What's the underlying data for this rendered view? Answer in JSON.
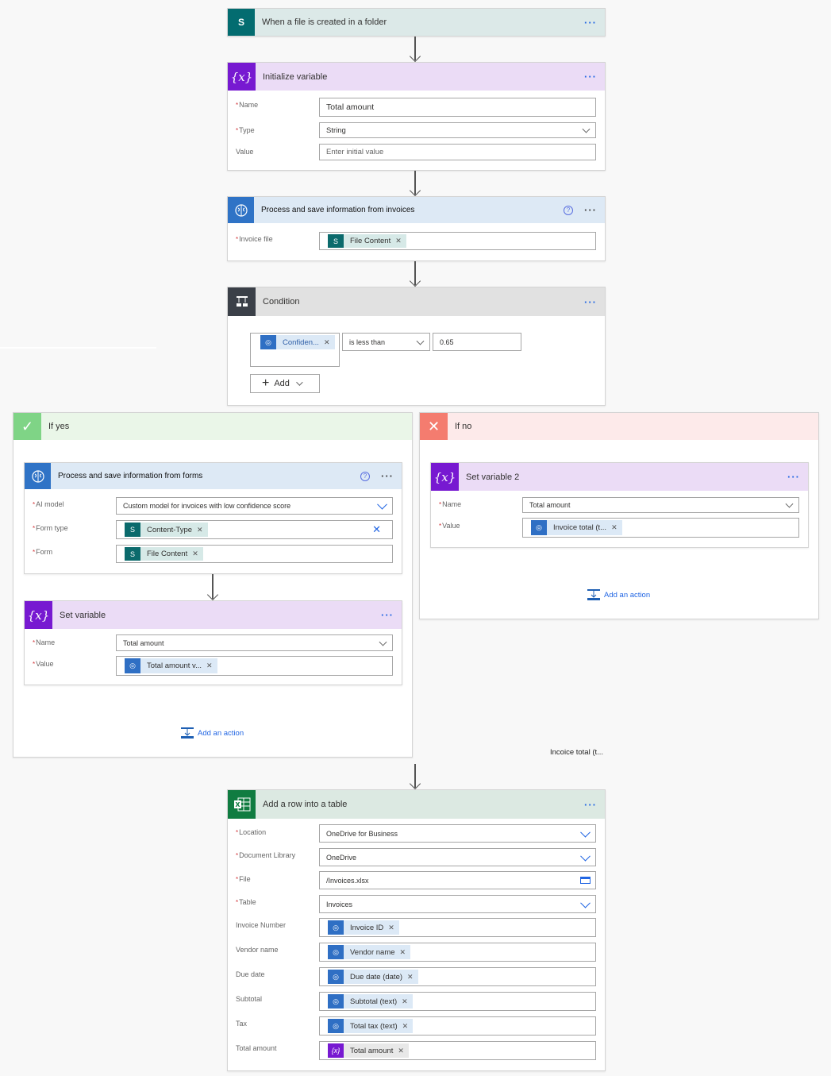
{
  "colors": {
    "accent": "#2266e3",
    "sharepoint": "#036c70",
    "variable": "#7719d1",
    "ai_builder": "#2f73c6",
    "condition": "#3b4048",
    "yes": "#7fd486",
    "no": "#f47c6f",
    "excel": "#107c41"
  },
  "trigger": {
    "title": "When a file is created in a folder",
    "icon": "sharepoint-icon"
  },
  "init_var": {
    "title": "Initialize variable",
    "icon": "variable-icon",
    "fields": [
      {
        "label": "Name",
        "required": true,
        "value": "Total amount"
      },
      {
        "label": "Type",
        "required": true,
        "value": "String"
      },
      {
        "label": "Value",
        "required": false,
        "placeholder": "Enter initial value"
      }
    ]
  },
  "invoices": {
    "title": "Process and save information from invoices",
    "icon": "ai-builder-icon",
    "fields": [
      {
        "label": "Invoice file",
        "required": true,
        "token": "File Content"
      }
    ]
  },
  "condition": {
    "title": "Condition",
    "icon": "condition-icon",
    "left_token": "Confiden...",
    "operator": "is less than",
    "value": "0.65",
    "add_label": "Add"
  },
  "if_yes": {
    "title": "If yes",
    "forms": {
      "title": "Process and save information from  forms",
      "fields": [
        {
          "label": "AI model",
          "required": true,
          "value": "Custom model for invoices with low confidence score"
        },
        {
          "label": "Form type",
          "required": true,
          "token": "Content-Type"
        },
        {
          "label": "Form",
          "required": true,
          "token": "File Content"
        }
      ]
    },
    "set_var": {
      "title": "Set variable",
      "fields": [
        {
          "label": "Name",
          "required": true,
          "value": "Total amount"
        },
        {
          "label": "Value",
          "required": true,
          "token": "Total amount v..."
        }
      ]
    },
    "add_action": "Add an action"
  },
  "if_no": {
    "title": "If no",
    "set_var": {
      "title": "Set variable 2",
      "fields": [
        {
          "label": "Name",
          "required": true,
          "value": "Total amount"
        },
        {
          "label": "Value",
          "required": true,
          "token": "Invoice total (t..."
        }
      ]
    },
    "add_action": "Add an action"
  },
  "floating_text": "Incoice total (t...",
  "excel": {
    "title": "Add a row into a table",
    "icon": "excel-icon",
    "fields": [
      {
        "label": "Location",
        "required": true,
        "value": "OneDrive for Business"
      },
      {
        "label": "Document Library",
        "required": true,
        "value": "OneDrive"
      },
      {
        "label": "File",
        "required": true,
        "value": "/Invoices.xlsx"
      },
      {
        "label": "Table",
        "required": true,
        "value": "Invoices"
      },
      {
        "label": "Invoice Number",
        "required": false,
        "token": "Invoice ID"
      },
      {
        "label": "Vendor name",
        "required": false,
        "token": "Vendor name"
      },
      {
        "label": "Due date",
        "required": false,
        "token": "Due date (date)"
      },
      {
        "label": "Subtotal",
        "required": false,
        "token": "Subtotal (text)"
      },
      {
        "label": "Tax",
        "required": false,
        "token": "Total tax (text)"
      },
      {
        "label": "Total amount",
        "required": false,
        "token": "Total amount"
      }
    ]
  }
}
